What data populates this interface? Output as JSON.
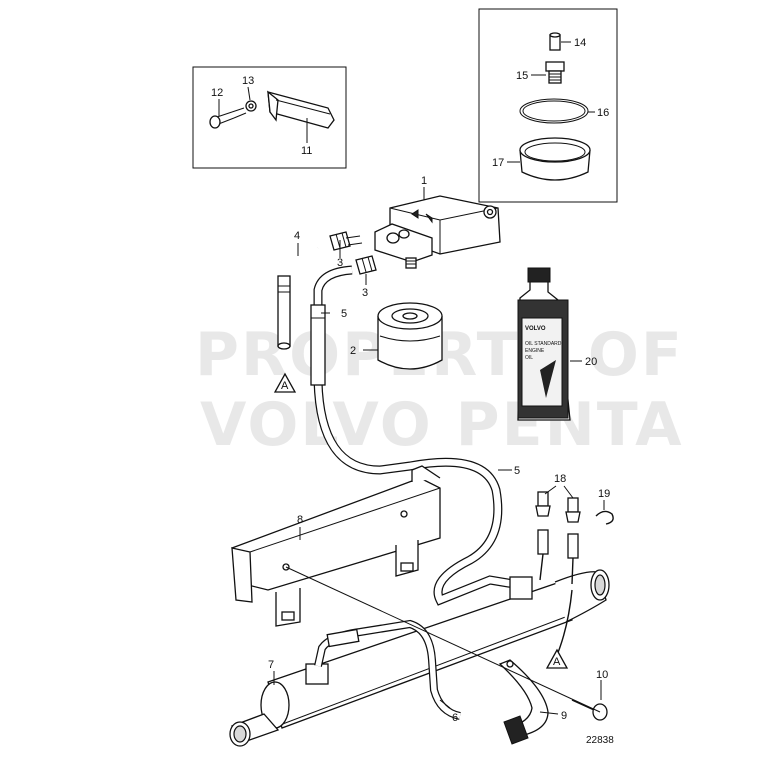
{
  "watermark": {
    "line1": "PROPERTY OF",
    "line2": "VOLVO PENTA"
  },
  "diagram_number": "22838",
  "callout_labels": {
    "p1": "1",
    "p2": "2",
    "p3a": "3",
    "p3b": "3",
    "p4": "4",
    "p5a": "5",
    "p5b": "5",
    "p6": "6",
    "p7": "7",
    "p8": "8",
    "p9": "9",
    "p10": "10",
    "p11": "11",
    "p12": "12",
    "p13": "13",
    "p14": "14",
    "p15": "15",
    "p16": "16",
    "p17": "17",
    "p18": "18",
    "p19": "19",
    "p20": "20"
  },
  "reference_markers": {
    "a_left": "A",
    "a_right": "A"
  },
  "bottle": {
    "brand": "VOLVO",
    "text_lines": [
      "OIL STANDARD",
      "ENGINE",
      "OIL"
    ]
  }
}
